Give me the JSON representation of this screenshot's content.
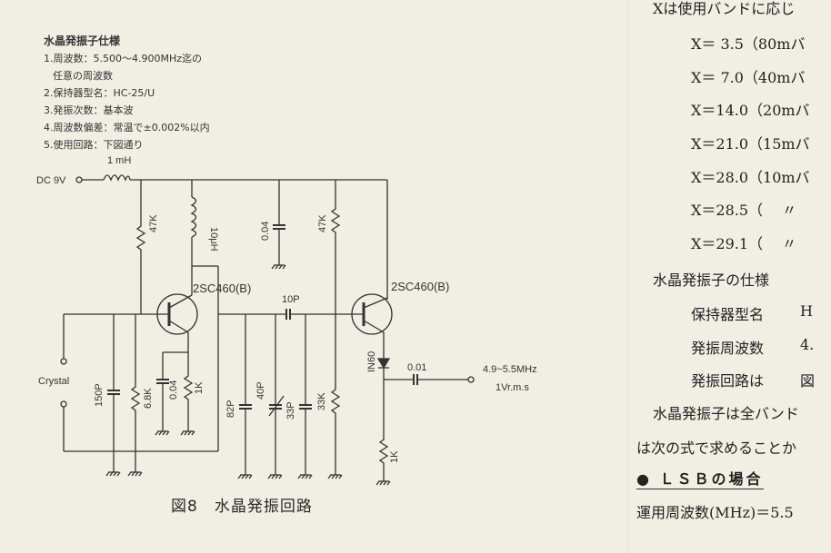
{
  "spec_box": {
    "title": "水晶発振子仕様",
    "items": [
      "1.周波数：5.500～4.900MHz迄の",
      "任意の周波数",
      "2.保持器型名：HC-25/U",
      "3.発振次数：基本波",
      "4.周波数偏差：常温で±0.002%以内",
      "5.使用回路：下図通り"
    ]
  },
  "circuit": {
    "supply": "DC 9V",
    "choke": "1 mH",
    "r_bias1": "47K",
    "coil": "10μH",
    "c_bypass": "0.04",
    "r_bias2": "47K",
    "q1": "2SC460(B)",
    "q2": "2SC460(B)",
    "c_couple": "10P",
    "crystal": "Crystal",
    "c150": "150P",
    "r68": "6.8K",
    "c_emit": "0.04",
    "r_emit1": "1K",
    "c82": "82P",
    "c40": "40P",
    "c33": "33P",
    "r33": "33K",
    "diode": "IN60",
    "c_out": "0.01",
    "r_emit2": "1K",
    "out_freq": "4.9~5.5MHz",
    "out_level": "1Vr.m.s"
  },
  "caption": "図8　水晶発振回路",
  "right_column": {
    "intro": "Xは使用バンドに応じ",
    "x_lines": [
      "X＝ 3.5（80mバ",
      "X＝ 7.0（40mバ",
      "X＝14.0（20mバ",
      "X＝21.0（15mバ",
      "X＝28.0（10mバ",
      "X＝28.5（　 〃",
      "X＝29.1（　 〃"
    ],
    "crystal_spec_title": "水晶発振子の仕様",
    "spec_rows": [
      {
        "label": "保持器型名",
        "value": "H"
      },
      {
        "label": "発振周波数",
        "value": "4."
      },
      {
        "label": "発振回路は",
        "value": "図"
      }
    ],
    "para1": "水晶発振子は全バンド",
    "para2": "は次の式で求めることか",
    "heading": "● ＬＳＢの場合",
    "formula": "運用周波数(MHz)＝5.5"
  }
}
